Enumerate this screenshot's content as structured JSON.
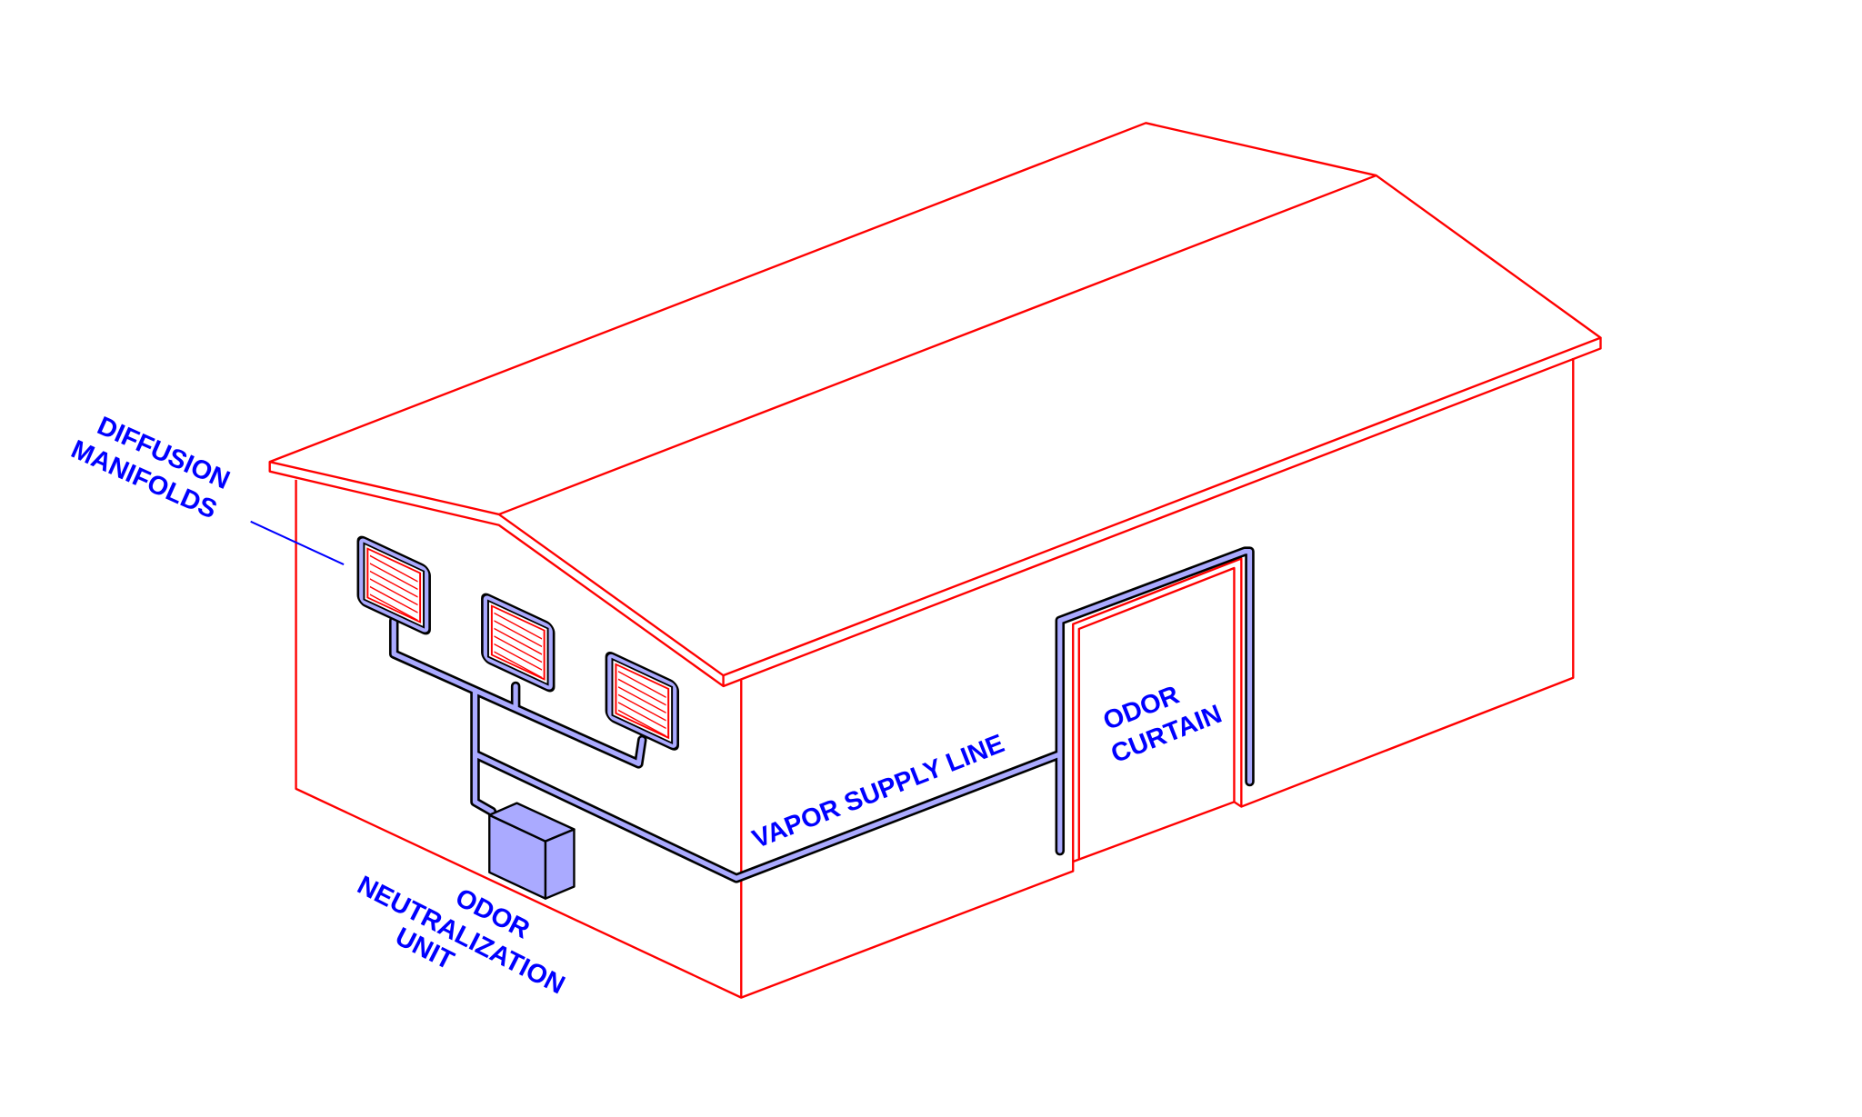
{
  "labels": {
    "diffusion_manifolds": [
      "DIFFUSION",
      "MANIFOLDS"
    ],
    "vapor_supply_line": "VAPOR SUPPLY LINE",
    "odor_curtain": [
      "ODOR",
      "CURTAIN"
    ],
    "odor_neutralization_unit": [
      "ODOR",
      "NEUTRALIZATION",
      "UNIT"
    ]
  },
  "colors": {
    "building_outline": "#ff0000",
    "equipment_fill": "#aaaaff",
    "label_text": "#0000ff"
  }
}
